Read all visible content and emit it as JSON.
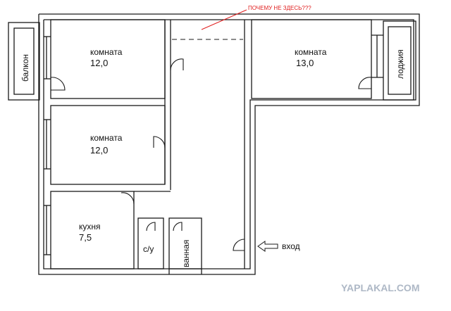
{
  "rooms": {
    "room_a": {
      "name": "комната",
      "area": "12,0"
    },
    "room_b": {
      "name": "комната",
      "area": "13,0"
    },
    "room_c": {
      "name": "комната",
      "area": "12,0"
    },
    "kitchen": {
      "name": "кухня",
      "area": "7,5"
    },
    "wc": {
      "name": "с/у"
    },
    "bathroom": {
      "name": "ванная"
    },
    "balcony": {
      "name": "балкон"
    },
    "loggia": {
      "name": "лоджия"
    }
  },
  "annotation": {
    "text": "ПОЧЕМУ НЕ ЗДЕСЬ???"
  },
  "entrance": {
    "label": "вход"
  },
  "watermark": "YAPLAKAL.COM",
  "colors": {
    "annotation": "#e02020",
    "walls": "#1a1a1a",
    "watermark": "#aeb8c6"
  }
}
